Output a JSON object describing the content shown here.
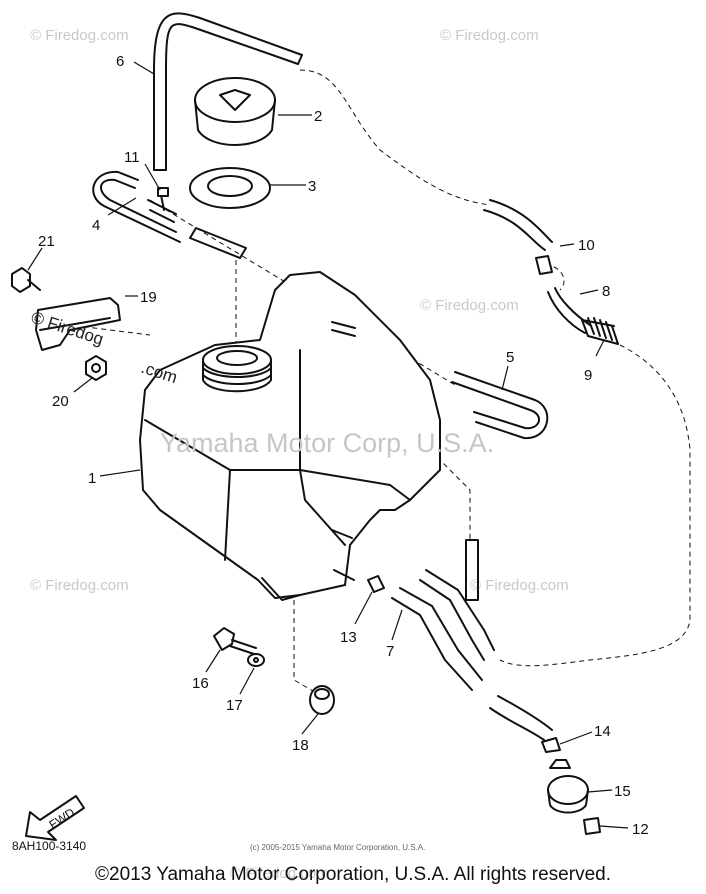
{
  "diagram": {
    "ref_code": "8AH100-3140",
    "fine_print": "(c) 2005-2015 Yamaha Motor Corporation, U.S.A.",
    "center_watermark": "Yamaha Motor Corp, U.S.A.",
    "site_watermark": "© Firedog.com",
    "block_watermark_top": "© Firedog",
    "block_watermark_bottom": ".com",
    "fwd_label": "FWD",
    "callouts": {
      "c1": "1",
      "c2": "2",
      "c3": "3",
      "c4": "4",
      "c5": "5",
      "c6": "6",
      "c7": "7",
      "c8": "8",
      "c9": "9",
      "c10": "10",
      "c11": "11",
      "c12": "12",
      "c13": "13",
      "c14": "14",
      "c15": "15",
      "c16": "16",
      "c17": "17",
      "c18": "18",
      "c19": "19",
      "c20": "20",
      "c21": "21"
    }
  },
  "footer": {
    "copyright": "©2013 Yamaha Motor Corporation, U.S.A. All rights reserved."
  }
}
